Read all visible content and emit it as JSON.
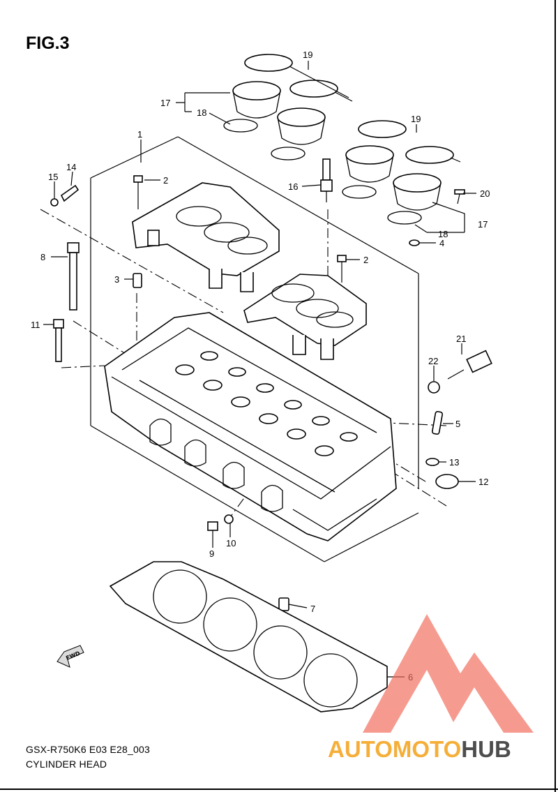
{
  "figure": {
    "label": "FIG.3"
  },
  "caption": {
    "model_code": "GSX-R750K6 E03 E28_003",
    "part_group": "CYLINDER HEAD"
  },
  "callouts": {
    "c1": "1",
    "c2a": "2",
    "c2b": "2",
    "c3": "3",
    "c4": "4",
    "c5": "5",
    "c6": "6",
    "c7": "7",
    "c8": "8",
    "c9": "9",
    "c10": "10",
    "c11": "11",
    "c12": "12",
    "c13": "13",
    "c14": "14",
    "c15": "15",
    "c16": "16",
    "c17a": "17",
    "c17b": "17",
    "c18a": "18",
    "c18b": "18",
    "c19a": "19",
    "c19b": "19",
    "c20": "20",
    "c21": "21",
    "c22": "22"
  },
  "fwd_arrow": {
    "label": "FWD"
  },
  "watermark": {
    "part1": "AUTOMOTO",
    "part2": "HUB",
    "color_primary": "#f26b5b",
    "color_secondary": "#f5a623",
    "color_dark": "#3a3a3a"
  }
}
